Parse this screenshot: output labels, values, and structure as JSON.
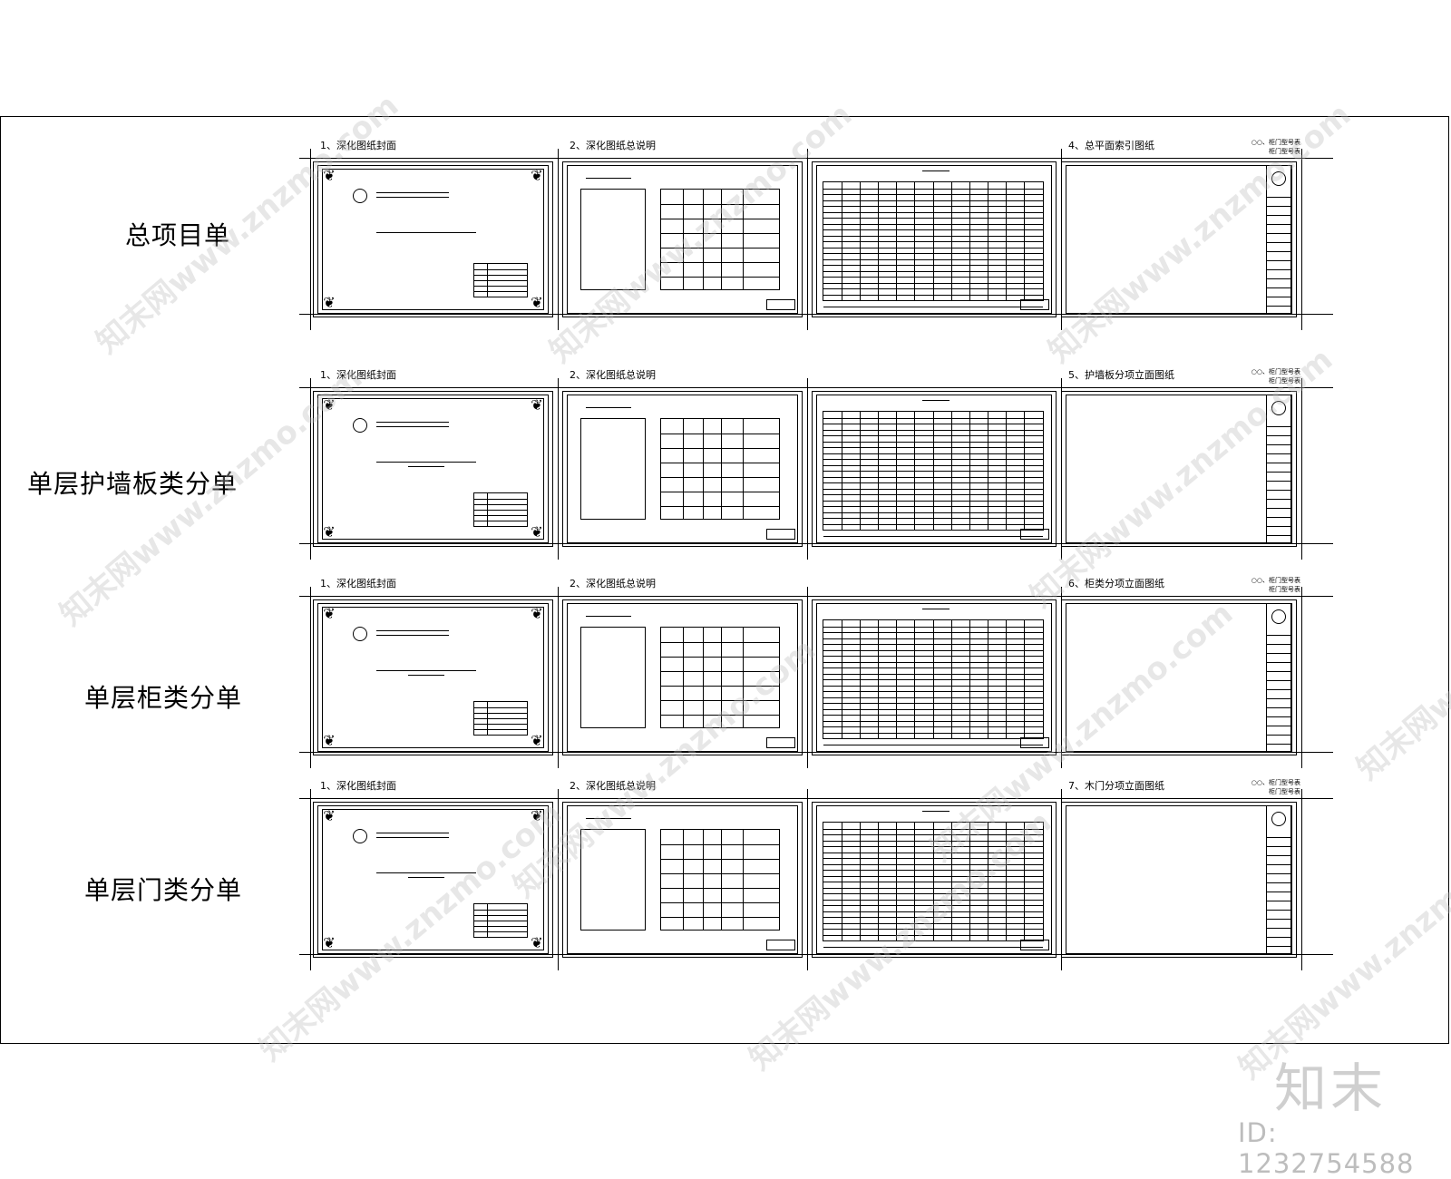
{
  "rows": [
    {
      "label": "总项目单",
      "captions": [
        "1、深化图纸封面",
        "2、深化图纸总说明",
        "",
        "4、总平面索引图纸"
      ],
      "note": [
        "○○、柜门型号表",
        "柜门型号表"
      ]
    },
    {
      "label": "单层护墙板类分单",
      "captions": [
        "1、深化图纸封面",
        "2、深化图纸总说明",
        "",
        "5、护墙板分项立面图纸"
      ],
      "note": [
        "○○、柜门型号表",
        "柜门型号表"
      ]
    },
    {
      "label": "单层柜类分单",
      "captions": [
        "1、深化图纸封面",
        "2、深化图纸总说明",
        "",
        "6、柜类分项立面图纸"
      ],
      "note": [
        "○○、柜门型号表",
        "柜门型号表"
      ]
    },
    {
      "label": "单层门类分单",
      "captions": [
        "1、深化图纸封面",
        "2、深化图纸总说明",
        "",
        "7、木门分项立面图纸"
      ],
      "note": [
        "○○、柜门型号表",
        "柜门型号表"
      ]
    }
  ],
  "watermark": "知末网www.znzmo.com",
  "brand": "知末",
  "image_id": "ID: 1232754588"
}
